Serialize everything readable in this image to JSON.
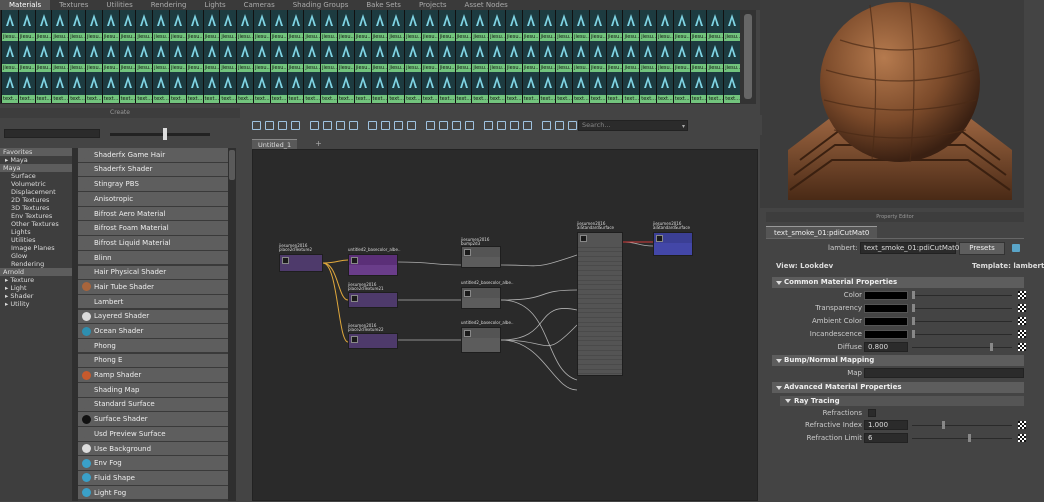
{
  "hypershade_tabs": [
    "Materials",
    "Textures",
    "Utilities",
    "Rendering",
    "Lights",
    "Cameras",
    "Shading Groups",
    "Bake Sets",
    "Projects",
    "Asset Nodes"
  ],
  "swatch_rows": [
    {
      "caption": "jiesu..."
    },
    {
      "caption": "jiesu..."
    },
    {
      "caption": "text..."
    }
  ],
  "create_panel": {
    "title": "Create",
    "tree": [
      {
        "label": "Favorites",
        "type": "hdr"
      },
      {
        "label": "Maya",
        "type": "arr"
      },
      {
        "label": "Maya",
        "type": "hdr"
      },
      {
        "label": "Surface",
        "type": "item"
      },
      {
        "label": "Volumetric",
        "type": "item"
      },
      {
        "label": "Displacement",
        "type": "item"
      },
      {
        "label": "2D Textures",
        "type": "item"
      },
      {
        "label": "3D Textures",
        "type": "item"
      },
      {
        "label": "Env Textures",
        "type": "item"
      },
      {
        "label": "Other Textures",
        "type": "item"
      },
      {
        "label": "Lights",
        "type": "item"
      },
      {
        "label": "Utilities",
        "type": "item"
      },
      {
        "label": "Image Planes",
        "type": "item"
      },
      {
        "label": "Glow",
        "type": "item"
      },
      {
        "label": "Rendering",
        "type": "item"
      },
      {
        "label": "Arnold",
        "type": "hdr"
      },
      {
        "label": "Texture",
        "type": "arr"
      },
      {
        "label": "Light",
        "type": "arr"
      },
      {
        "label": "Shader",
        "type": "arr"
      },
      {
        "label": "Utility",
        "type": "arr"
      }
    ],
    "nodes": [
      {
        "label": "Shaderfx Game Hair",
        "icon": "#5e5e5e"
      },
      {
        "label": "Shaderfx Shader",
        "icon": "#5e5e5e"
      },
      {
        "label": "Stingray PBS",
        "icon": "#5e5e5e"
      },
      {
        "label": "Anisotropic",
        "icon": "#5e5e5e"
      },
      {
        "label": "Bifrost Aero Material",
        "icon": "#5e5e5e"
      },
      {
        "label": "Bifrost Foam Material",
        "icon": "#5e5e5e"
      },
      {
        "label": "Bifrost Liquid Material",
        "icon": "#5e5e5e"
      },
      {
        "label": "Blinn",
        "icon": "#5e5e5e"
      },
      {
        "label": "Hair Physical Shader",
        "icon": "#5e5e5e"
      },
      {
        "label": "Hair Tube Shader",
        "icon": "#a9653c"
      },
      {
        "label": "Lambert",
        "icon": "#5e5e5e"
      },
      {
        "label": "Layered Shader",
        "icon": "#dcdcdc"
      },
      {
        "label": "Ocean Shader",
        "icon": "#2e8fb0"
      },
      {
        "label": "Phong",
        "icon": "#5e5e5e"
      },
      {
        "label": "Phong E",
        "icon": "#5e5e5e"
      },
      {
        "label": "Ramp Shader",
        "icon": "#c65a2d"
      },
      {
        "label": "Shading Map",
        "icon": "#5e5e5e"
      },
      {
        "label": "Standard Surface",
        "icon": "#5e5e5e"
      },
      {
        "label": "Surface Shader",
        "icon": "#111111"
      },
      {
        "label": "Usd Preview Surface",
        "icon": "#5e5e5e"
      },
      {
        "label": "Use Background",
        "icon": "#dcdcdc"
      },
      {
        "label": "Env Fog",
        "icon": "#3aa0c8"
      },
      {
        "label": "Fluid Shape",
        "icon": "#3aa0c8"
      },
      {
        "label": "Light Fog",
        "icon": "#3aa0c8"
      }
    ]
  },
  "node_editor": {
    "search_placeholder": "Search...",
    "tab_label": "Untitled_1",
    "add_tab": "+"
  },
  "property_editor": {
    "title": "Property Editor",
    "tab": "text_smoke_01:pdiCutMat0",
    "lambert_label": "lambert:",
    "lambert_value": "text_smoke_01:pdiCutMat0",
    "presets": "Presets",
    "view": "View: Lookdev",
    "template": "Template: lambert",
    "sections": {
      "common": "Common Material Properties",
      "bump": "Bump/Normal Mapping",
      "advanced": "Advanced Material Properties",
      "raytracing": "Ray Tracing"
    },
    "attrs": {
      "color": "Color",
      "transparency": "Transparency",
      "ambient": "Ambient Color",
      "incandescence": "Incandescence",
      "diffuse": "Diffuse",
      "diffuse_value": "0.800",
      "map": "Map",
      "refractions": "Refractions",
      "refractive_index": "Refractive Index",
      "refractive_index_value": "1.000",
      "refraction_limit": "Refraction Limit",
      "refraction_limit_value": "6"
    }
  }
}
